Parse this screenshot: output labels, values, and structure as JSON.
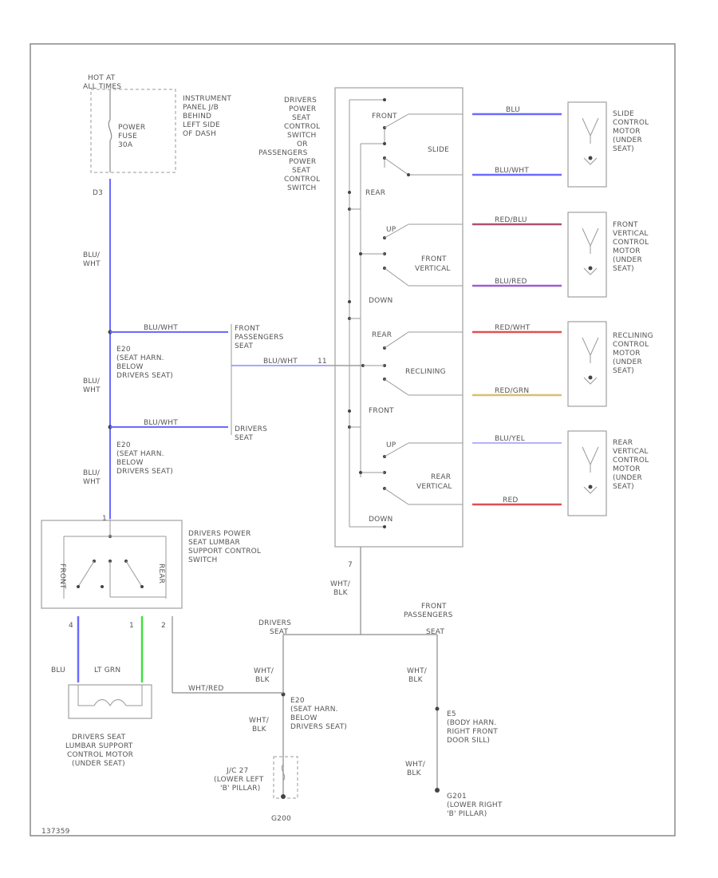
{
  "colors": {
    "blu": "#6b6bff",
    "red": "#e05050",
    "redblu": "#b05070",
    "blured": "#9a60d0",
    "redwht": "#e06060",
    "redgrn": "#d8c070",
    "ltgrn": "#40e040",
    "wire": "#8a8a8a"
  },
  "labels": {
    "hot_at": "HOT AT",
    "all_times": "ALL TIMES",
    "fuse_name": "POWER",
    "fuse_label": "FUSE",
    "fuse_rating": "30A",
    "ip_box": [
      "INSTRUMENT",
      "PANEL J/B",
      "BEHIND",
      "LEFT SIDE",
      "OF DASH"
    ],
    "pin_d3": "D3",
    "wire_blu_wht": [
      "BLU/",
      "WHT"
    ],
    "wire_blu_wht_2": [
      "BLU/",
      "WHT"
    ],
    "wire_blu_wht_3": [
      "BLU/",
      "WHT"
    ],
    "e20_a": [
      "E20",
      "(SEAT HARN.",
      "BELOW",
      "DRIVERS SEAT)"
    ],
    "e20_b": [
      "E20",
      "(SEAT HARN.",
      "BELOW",
      "DRIVERS SEAT)"
    ],
    "front_pass_seat": [
      "FRONT",
      "PASSENGERS",
      "SEAT"
    ],
    "drivers_seat": [
      "DRIVERS",
      "SEAT"
    ],
    "wire_blu_wht_seat1": "BLU/WHT",
    "wire_blu_wht_seat2": "BLU/WHT",
    "wire_blu_wht_pwr": "BLU/WHT",
    "pin_11": "11",
    "power_switch": [
      "DRIVERS",
      "POWER",
      "SEAT",
      "CONTROL",
      "SWITCH",
      "OR",
      "PASSENGERS",
      "POWER",
      "SEAT",
      "CONTROL",
      "SWITCH"
    ],
    "front": "FRONT",
    "rear": "REAR",
    "slide": "SLIDE",
    "up": "UP",
    "down": "DOWN",
    "front_vertical": [
      "FRONT",
      "VERTICAL"
    ],
    "reclining": "RECLINING",
    "rear_vertical": [
      "REAR",
      "VERTICAL"
    ],
    "wire_blu": "BLU",
    "wire_blu_wht_slide": "BLU/WHT",
    "wire_red_blu": "RED/BLU",
    "wire_blu_red": "BLU/RED",
    "wire_red_wht": "RED/WHT",
    "wire_red_grn": "RED/GRN",
    "wire_blu_yel": "BLU/YEL",
    "wire_red": "RED",
    "pin_7": "7",
    "wht_blk": [
      "WHT/",
      "BLK"
    ],
    "slide_motor": [
      "SLIDE",
      "CONTROL",
      "MOTOR",
      "(UNDER",
      "SEAT)"
    ],
    "front_vert_motor": [
      "FRONT",
      "VERTICAL",
      "CONTROL",
      "MOTOR",
      "(UNDER",
      "SEAT)"
    ],
    "reclining_motor": [
      "RECLINING",
      "CONTROL",
      "MOTOR",
      "(UNDER",
      "SEAT)"
    ],
    "rear_vert_motor": [
      "REAR",
      "VERTICAL",
      "CONTROL",
      "MOTOR",
      "(UNDER",
      "SEAT)"
    ],
    "lumbar_switch": [
      "DRIVERS POWER",
      "SEAT LUMBAR",
      "SUPPORT CONTROL",
      "SWITCH"
    ],
    "lumbar_front": "FRONT",
    "lumbar_rear": "REAR",
    "pin_4": "4",
    "pin_1": "1",
    "pin_2": "2",
    "wire_blu_b": "BLU",
    "wire_lt_grn": "LT GRN",
    "lumbar_motor": [
      "DRIVERS SEAT",
      "LUMBAR SUPPORT",
      "CONTROL MOTOR",
      "(UNDER SEAT)"
    ],
    "wire_wht_red": "WHT/RED",
    "drivers_seat_gnd": [
      "DRIVERS",
      "SEAT"
    ],
    "front_pass_seat_gnd": [
      "FRONT",
      "PASSENGERS",
      "SEAT"
    ],
    "wht_blk_a": [
      "WHT/",
      "BLK"
    ],
    "wht_blk_b": [
      "WHT/",
      "BLK"
    ],
    "wht_blk_c": [
      "WHT/",
      "BLK"
    ],
    "wht_blk_d": [
      "WHT/",
      "BLK"
    ],
    "e20_c": [
      "E20",
      "(SEAT HARN.",
      "BELOW",
      "DRIVERS SEAT)"
    ],
    "e5": [
      "E5",
      "(BODY HARN.",
      "RIGHT FRONT",
      "DOOR SILL)"
    ],
    "jc": [
      "J/C 27",
      "(LOWER LEFT",
      "'B' PILLAR)"
    ],
    "g201": [
      "G201",
      "(LOWER RIGHT",
      "'B' PILLAR)"
    ],
    "g200": "G200",
    "figure_id": "137359"
  }
}
